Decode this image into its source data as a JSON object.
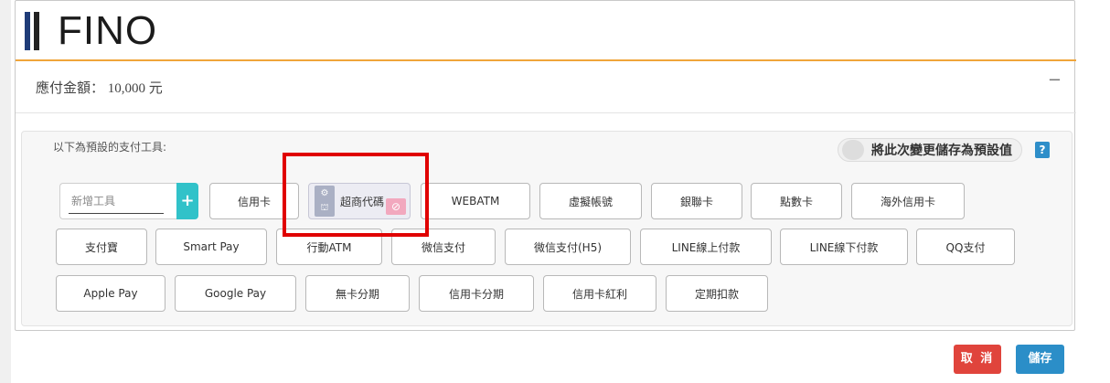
{
  "brand": {
    "name": "FINO",
    "colors": {
      "navy": "#1f3c78",
      "accent": "#f0a53a"
    }
  },
  "amount_text": "應付金額： 10,000 元",
  "collapse_symbol": "−",
  "tools": {
    "title": "以下為預設的支付工具:",
    "toggle_label": "將此次變更儲存為預設值",
    "help_symbol": "?",
    "add_placeholder": "新增工具",
    "add_symbol": "+",
    "rows": [
      [
        "信用卡",
        "超商代碼",
        "WEBATM",
        "虛擬帳號",
        "銀聯卡",
        "點數卡",
        "海外信用卡"
      ],
      [
        "支付寶",
        "Smart Pay",
        "行動ATM",
        "微信支付",
        "微信支付(H5)",
        "LINE線上付款",
        "LINE線下付款",
        "QQ支付"
      ],
      [
        "Apple Pay",
        "Google Pay",
        "無卡分期",
        "信用卡分期",
        "信用卡紅利",
        "定期扣款"
      ]
    ]
  },
  "icons": {
    "store": "store-icon",
    "remove": "remove-icon"
  },
  "footer": {
    "cancel_label": "取 消",
    "save_label": "儲存"
  }
}
